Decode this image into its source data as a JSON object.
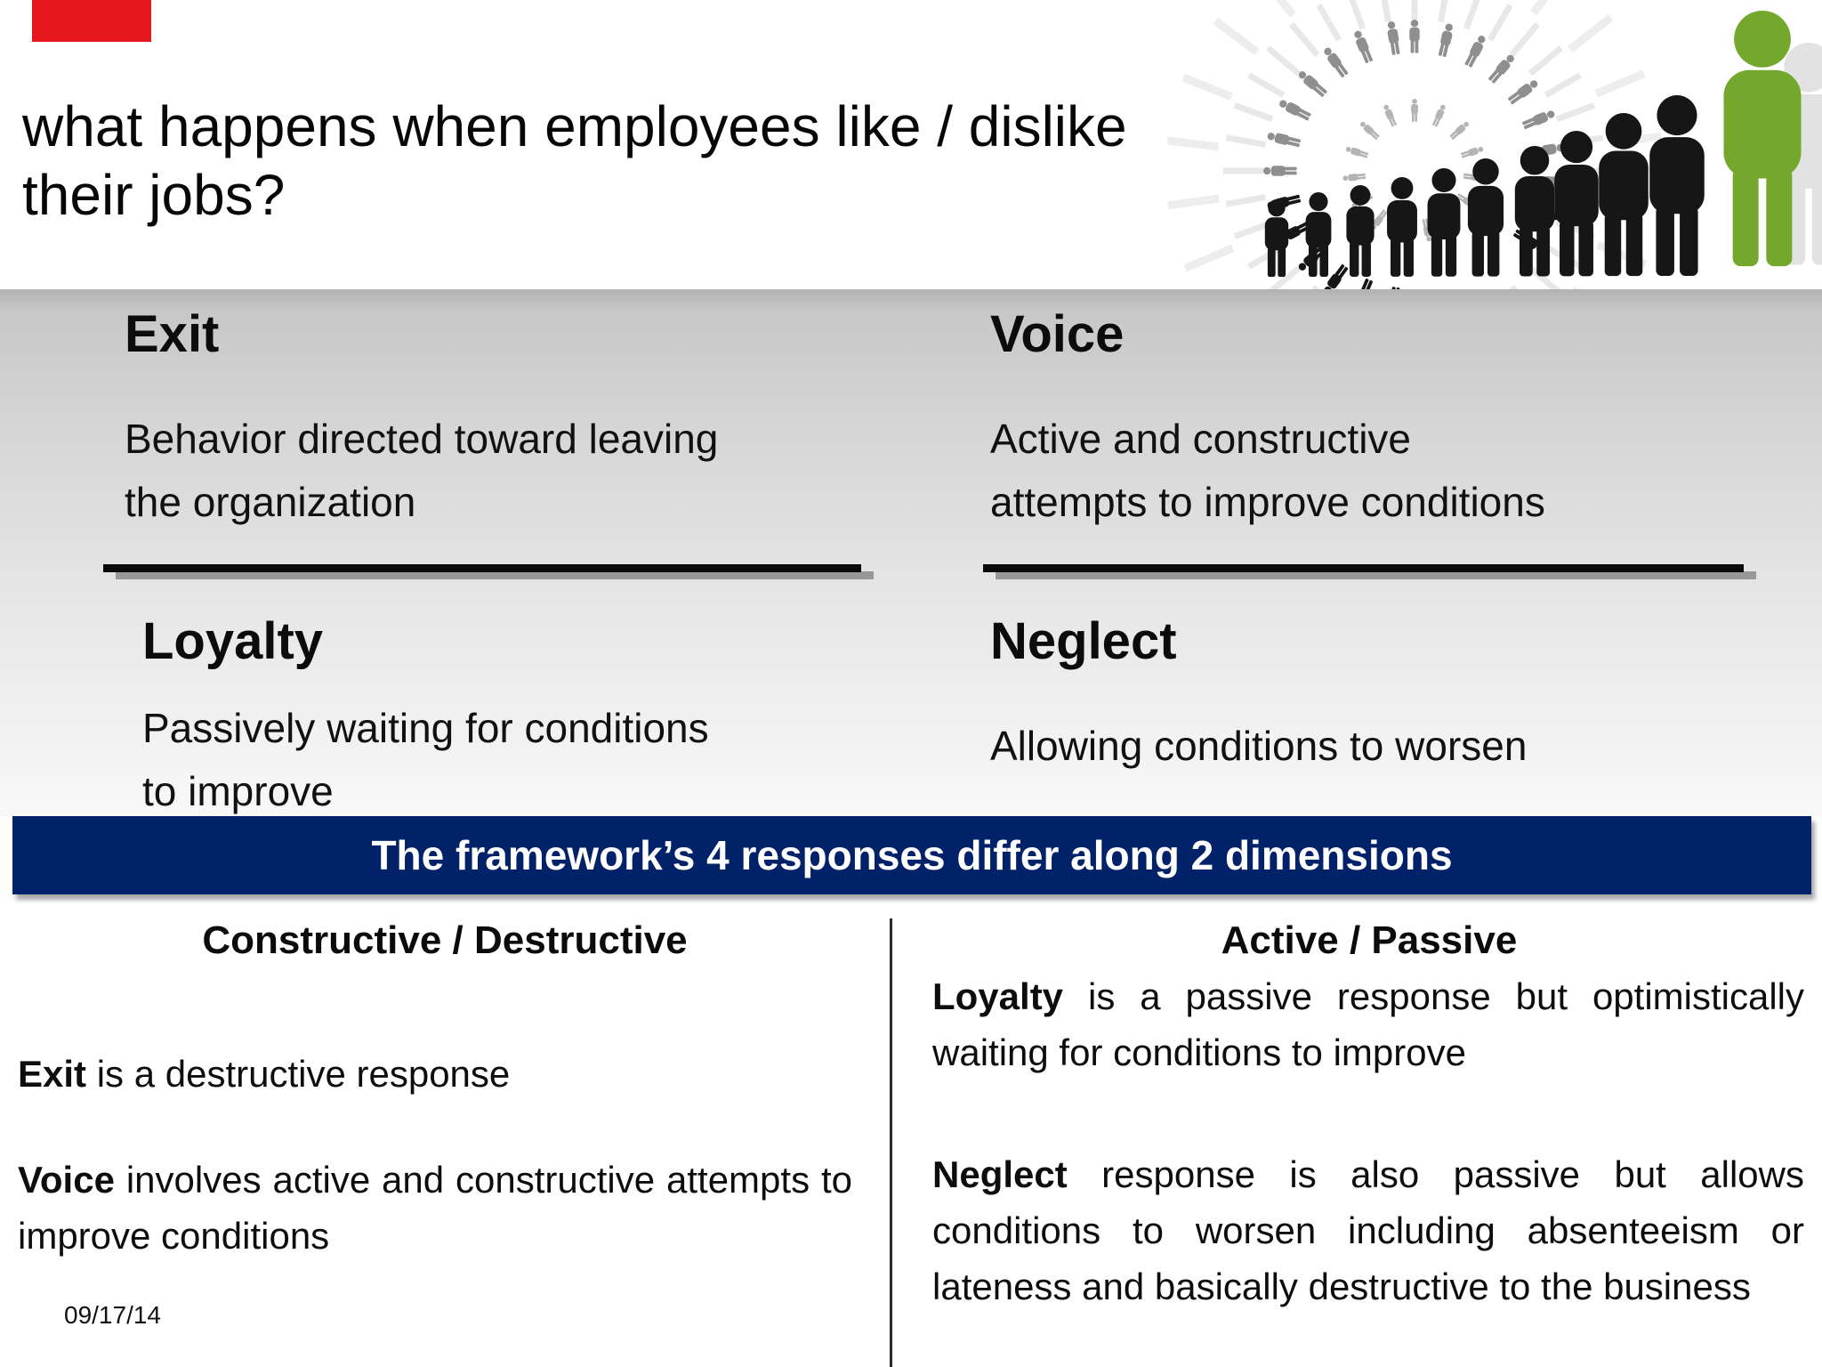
{
  "title": {
    "lines": [
      "what happens when employees like / dislike",
      "their jobs?"
    ]
  },
  "red_marker": {
    "color": "#e5171d"
  },
  "quadrants": [
    {
      "id": "exit",
      "heading": "Exit",
      "body_lines": [
        "Behavior directed toward leaving",
        "the organization"
      ]
    },
    {
      "id": "voice",
      "heading": "Voice",
      "body_lines": [
        "Active and constructive",
        "attempts to improve conditions"
      ]
    },
    {
      "id": "loyalty",
      "heading": "Loyalty",
      "body_lines": [
        "Passively waiting for conditions",
        "to improve"
      ]
    },
    {
      "id": "neglect",
      "heading": "Neglect",
      "body_lines": [
        "Allowing conditions to worsen"
      ]
    }
  ],
  "banner": {
    "text": "The framework’s 4 responses differ along 2 dimensions",
    "bg": "#012169",
    "text_color": "#ffffff"
  },
  "columns": {
    "left": {
      "header": "Constructive / Destructive",
      "paragraphs": [
        {
          "bold": "Exit",
          "rest": " is a destructive response"
        },
        {
          "bold": "Voice",
          "rest": " involves active and constructive attempts to improve conditions"
        }
      ]
    },
    "right": {
      "header": "Active / Passive",
      "paragraphs": [
        {
          "bold": "Loyalty",
          "rest": " is a passive response but optimistically waiting for conditions to improve"
        },
        {
          "bold": "Neglect",
          "rest": " response is also passive but allows conditions to worsen including absenteeism or lateness and basically destructive to the business"
        }
      ]
    }
  },
  "footer": {
    "date": "09/17/14"
  },
  "illustration": {
    "green": "#74a82c",
    "dark_figure": "#161616",
    "gray_figure": "#8f8f8f",
    "inner_ring": "#b4b4b4",
    "faint": "#e4e4e4",
    "ghost": "#e2e2e2"
  }
}
